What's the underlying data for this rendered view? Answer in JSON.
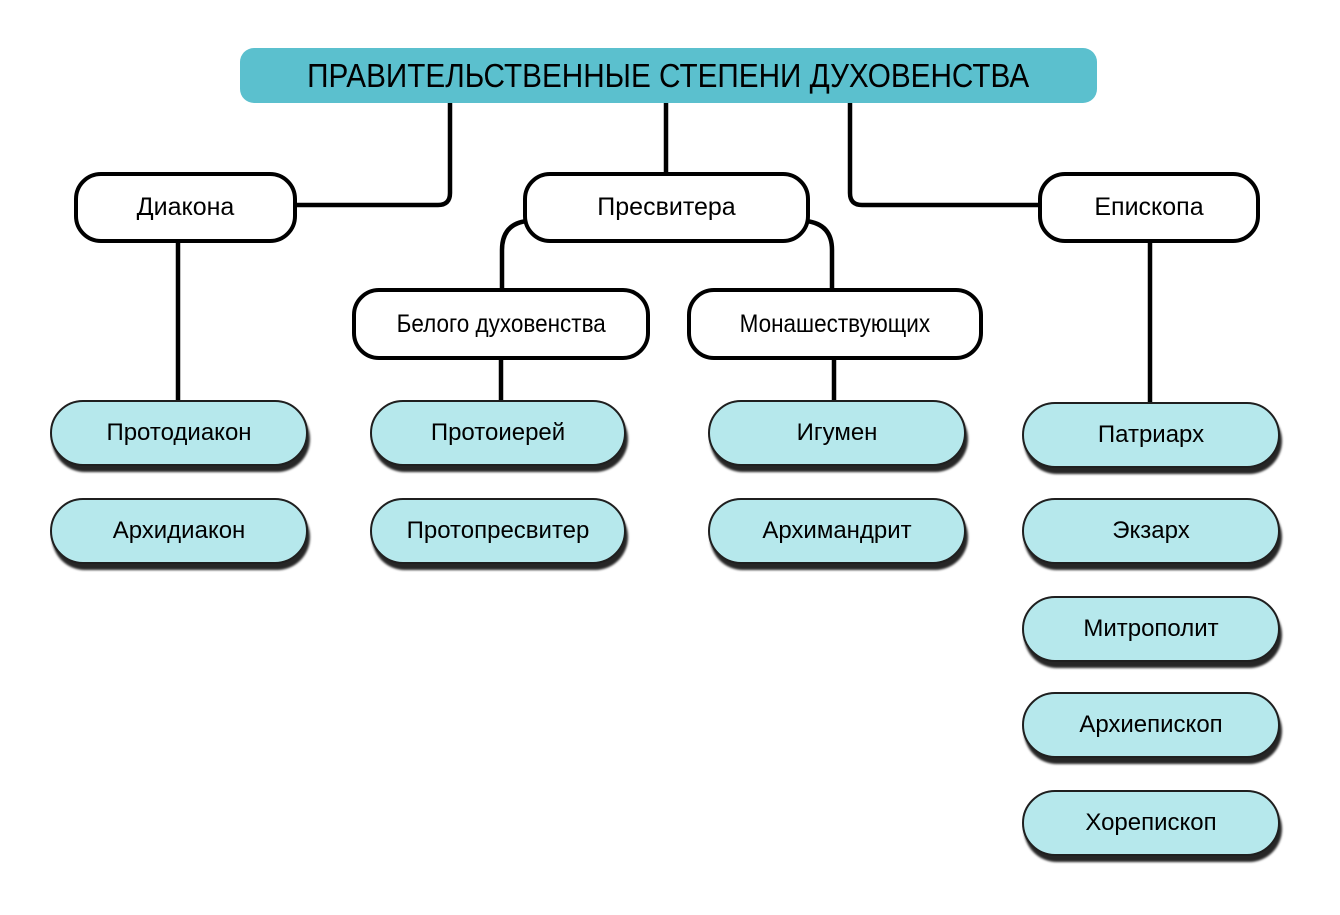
{
  "colors": {
    "title_fill": "#5bc0ce",
    "leaf_fill": "#b6e8ec",
    "line": "#000000",
    "leaf_border": "#1f1f1f",
    "box_fill": "#ffffff",
    "text": "#000000"
  },
  "diagram": {
    "title": "ПРАВИТЕЛЬСТВЕННЫЕ СТЕПЕНИ ДУХОВЕНСТВА",
    "branches": [
      {
        "label": "Диакона",
        "leaves": [
          "Протодиакон",
          "Архидиакон"
        ]
      },
      {
        "label": "Пресвитера",
        "subgroups": [
          {
            "label": "Белого духовенства",
            "leaves": [
              "Протоиерей",
              "Протопресвитер"
            ]
          },
          {
            "label": "Монашествующих",
            "leaves": [
              "Игумен",
              "Архимандрит"
            ]
          }
        ]
      },
      {
        "label": "Епископа",
        "leaves": [
          "Патриарх",
          "Экзарх",
          "Митрополит",
          "Архиепископ",
          "Хорепископ"
        ]
      }
    ]
  }
}
